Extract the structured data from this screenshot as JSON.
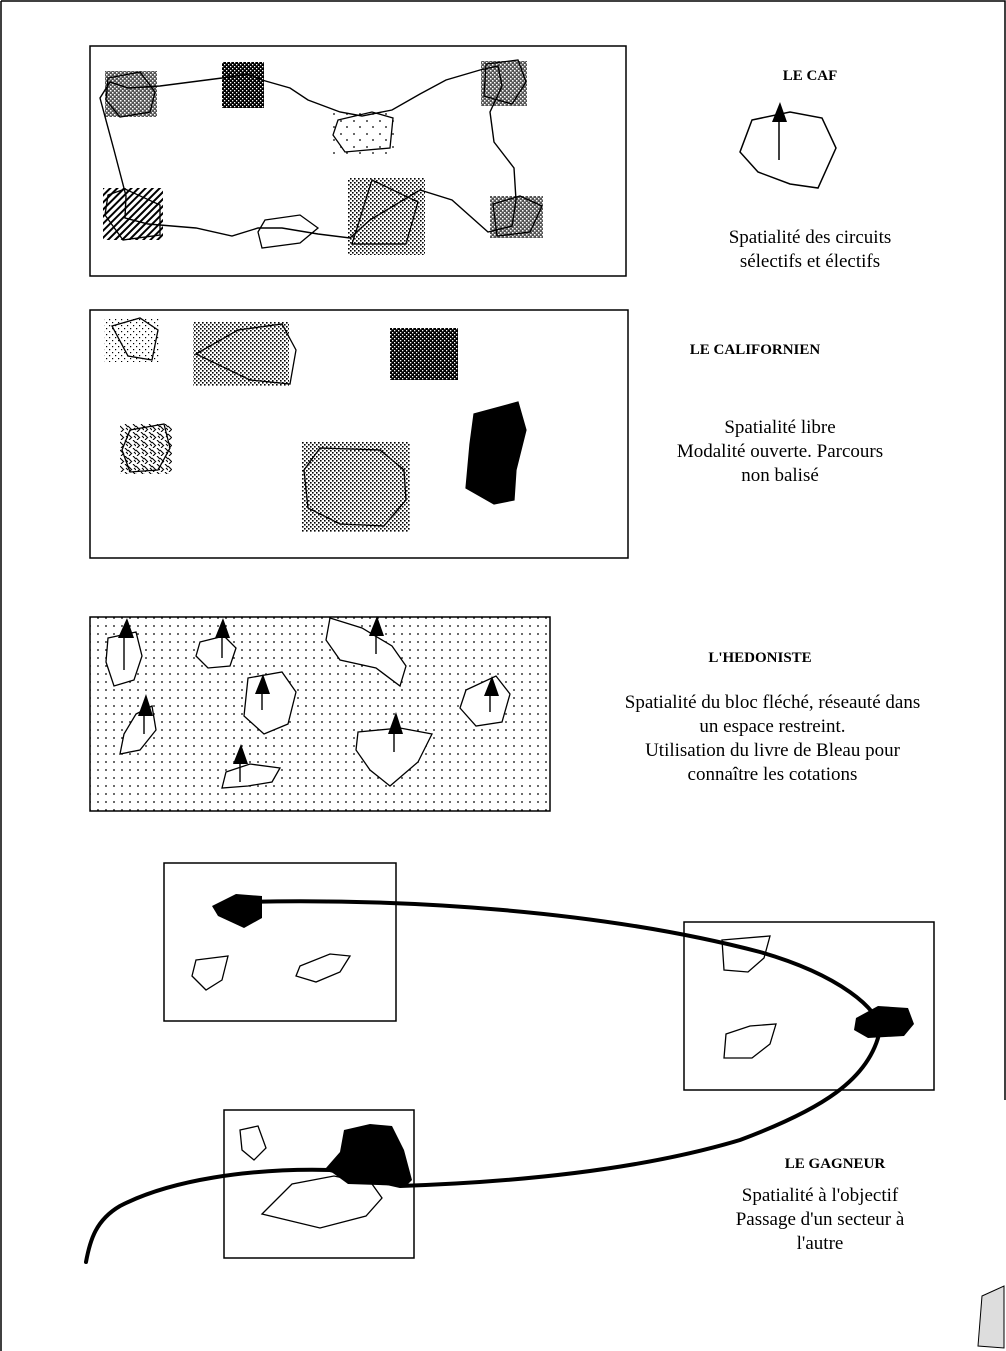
{
  "panels": {
    "caf": {
      "title": "LE CAF",
      "lines": [
        "Spatialité des circuits",
        "sélectifs et électifs"
      ]
    },
    "californien": {
      "title": "LE CALIFORNIEN",
      "lines": [
        "Spatialité libre",
        "Modalité ouverte. Parcours",
        "non balisé"
      ]
    },
    "hedoniste": {
      "title": "L'HEDONISTE",
      "lines": [
        "Spatialité du bloc fléché, réseauté dans",
        "un espace restreint.",
        "Utilisation du livre de Bleau pour",
        "connaître les cotations"
      ]
    },
    "gagneur": {
      "title": "LE GAGNEUR",
      "lines": [
        "Spatialité à l'objectif",
        "Passage d'un secteur à",
        "l'autre"
      ]
    }
  }
}
